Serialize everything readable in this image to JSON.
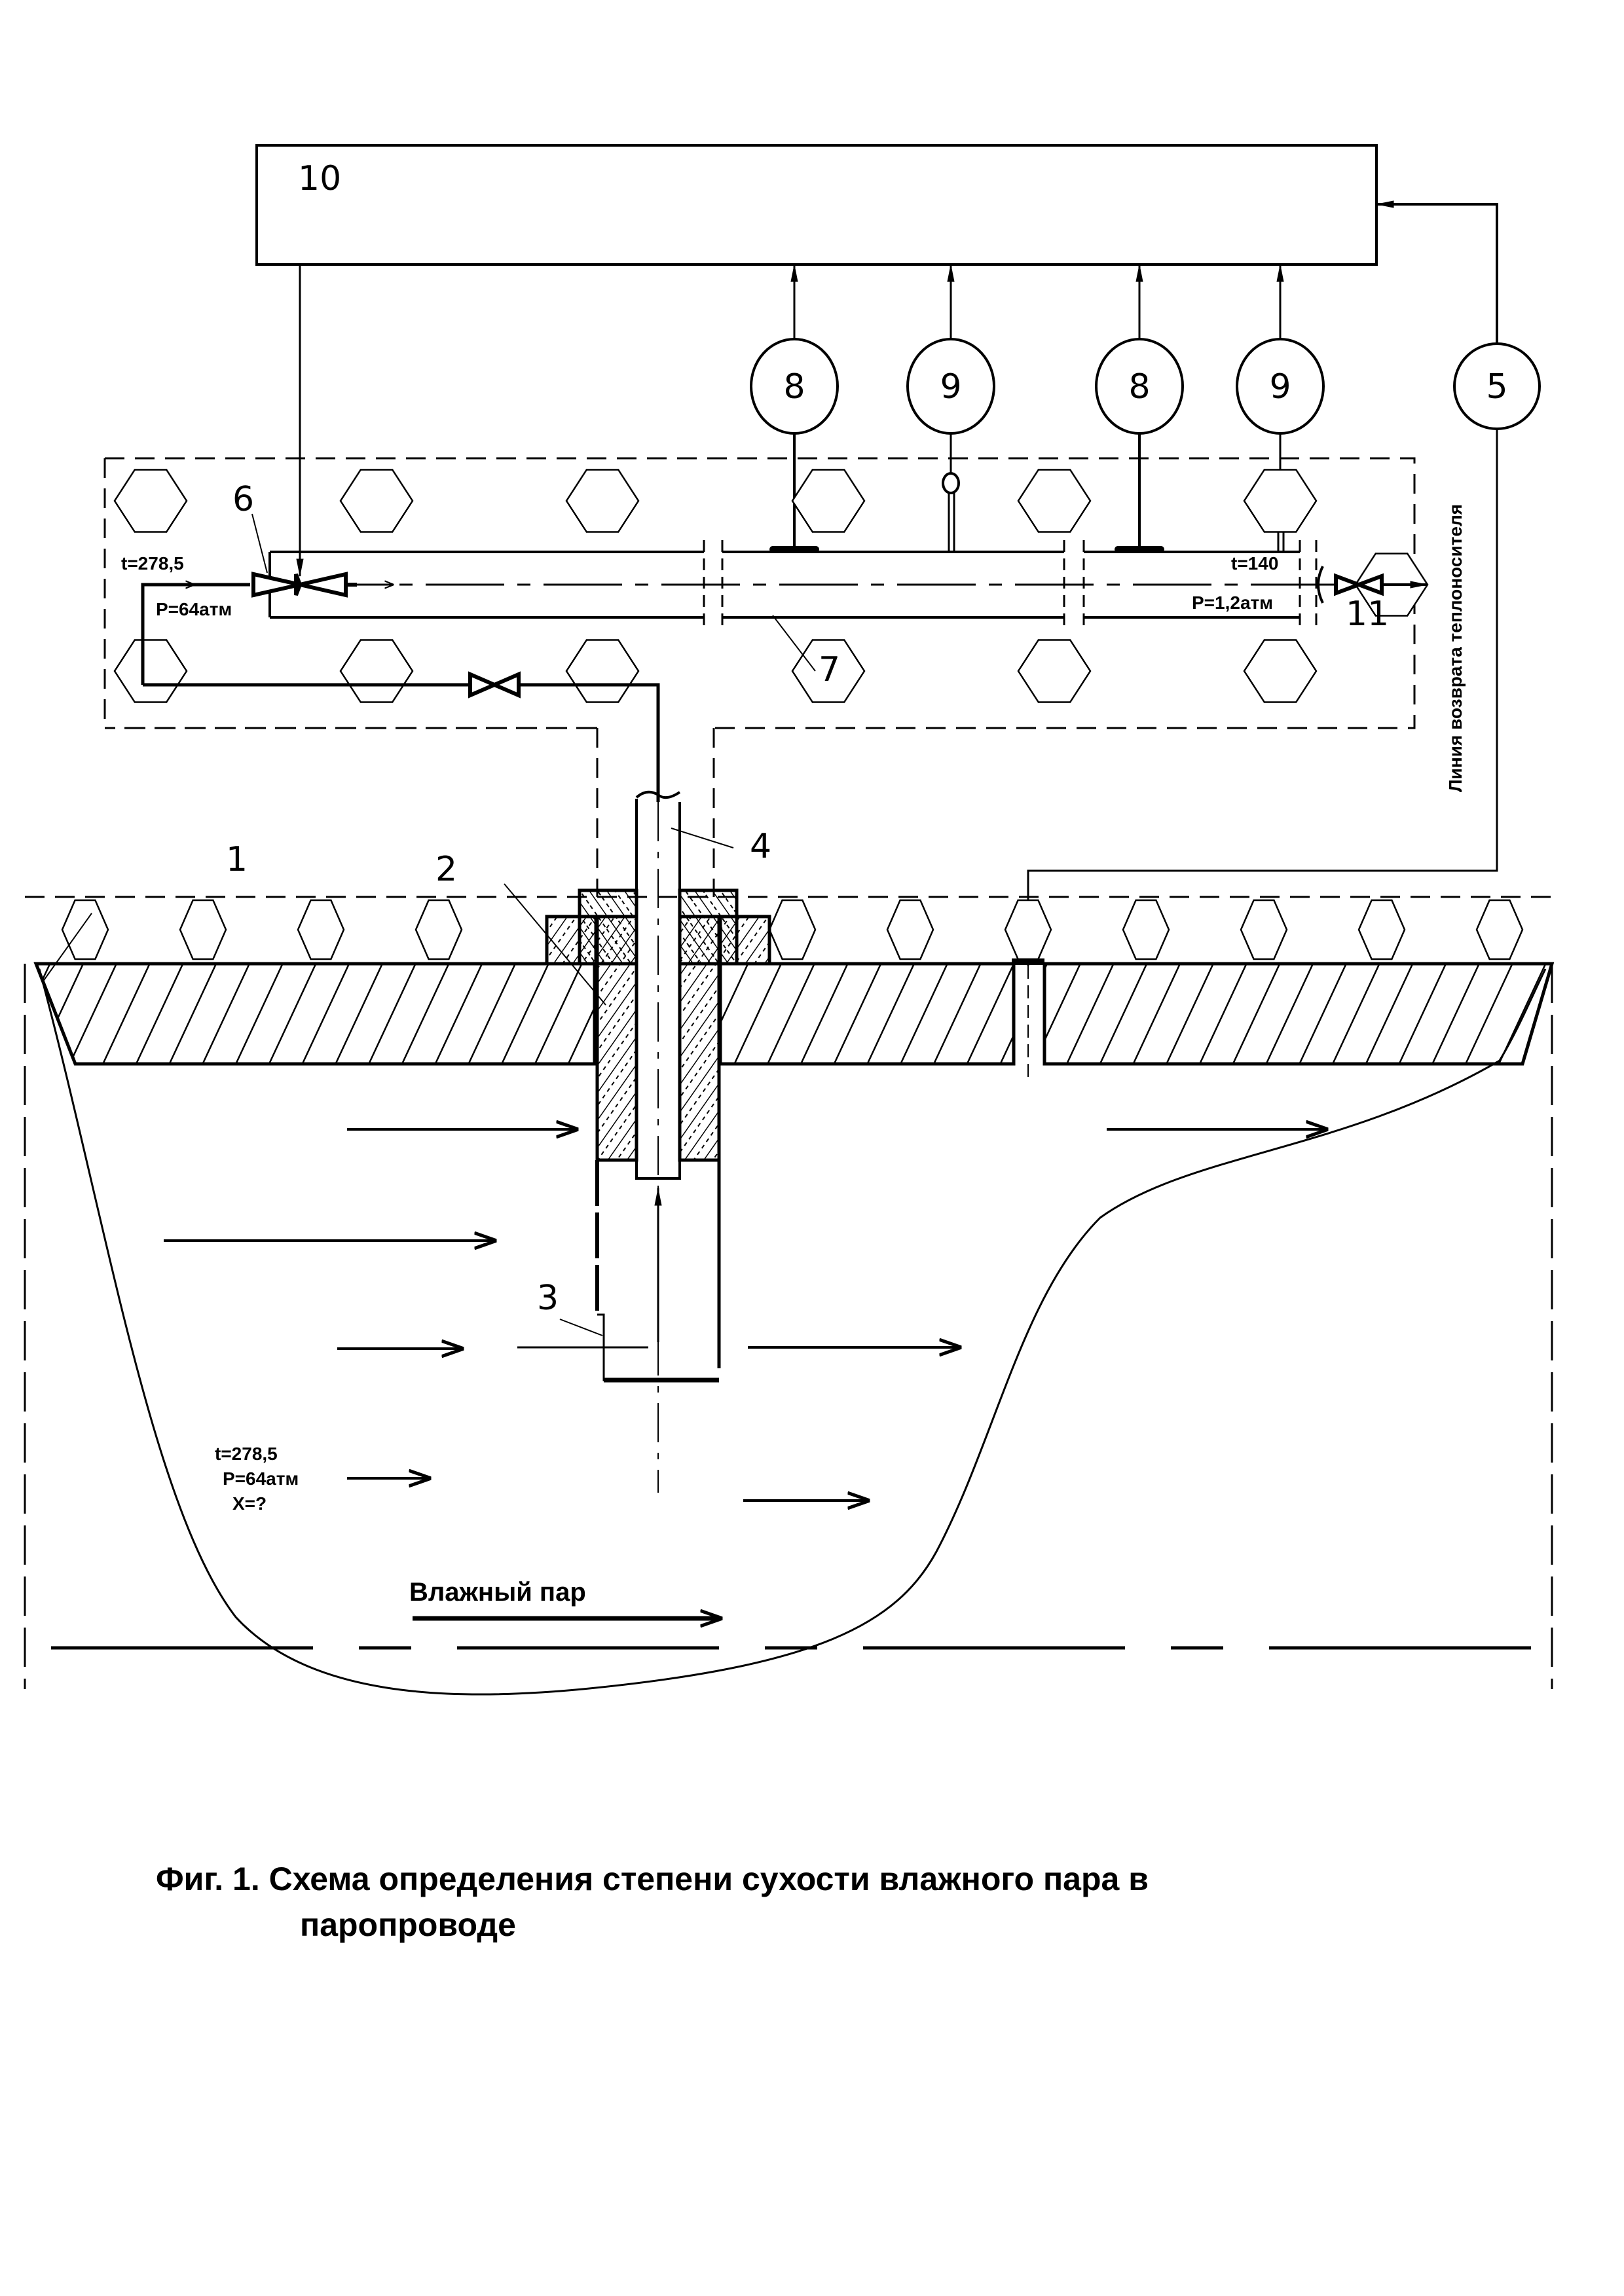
{
  "figure": {
    "caption_line1": "Фиг. 1. Схема определения степени сухости влажного пара в",
    "caption_line2": "паропроводе"
  },
  "components": {
    "controller": "10",
    "wall": "1",
    "insert": "2",
    "probe": "3",
    "sample_tube": "4",
    "wall_temp_sensor": "5",
    "inlet_valve": "6",
    "channel": "7",
    "sensor_a1": "8",
    "sensor_b1": "9",
    "sensor_a2": "8",
    "sensor_b2": "9",
    "outlet_valve": "11"
  },
  "annotations": {
    "inlet_t": "t=278,5",
    "inlet_p": "P=64атм",
    "outlet_t": "t=140",
    "outlet_p": "P=1,2атм",
    "steam_t": "t=278,5",
    "steam_p": "P=64атм",
    "steam_x": "X=?",
    "flow_label": "Влажный пар",
    "return_line": "Линия возврата теплоносителя"
  }
}
